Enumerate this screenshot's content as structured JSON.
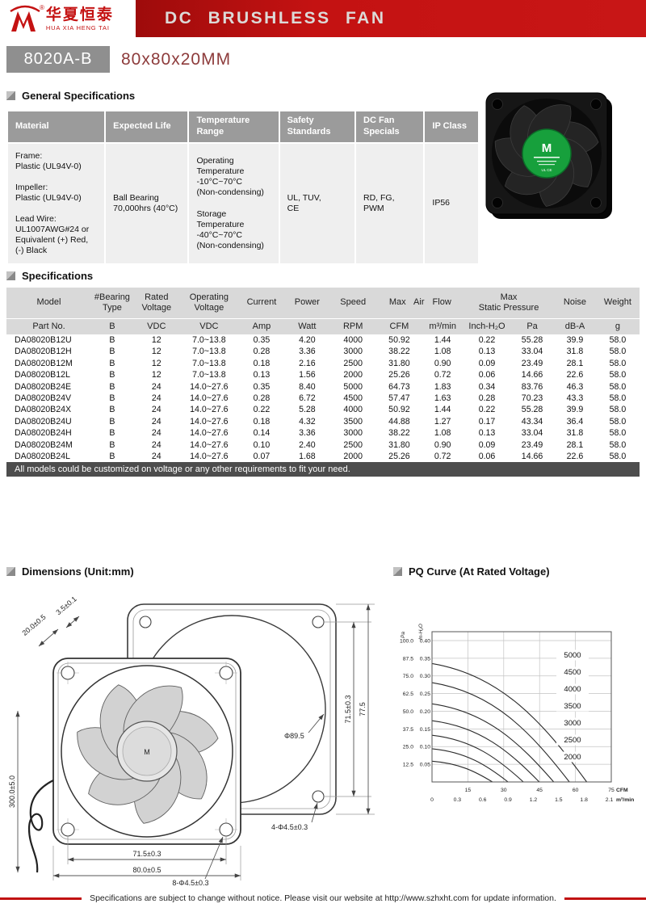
{
  "header": {
    "brand_chinese": "华夏恒泰",
    "brand_english": "HUA XIA HENG TAI",
    "registered_mark": "®",
    "title": "DC BRUSHLESS FAN"
  },
  "model": {
    "code": "8020A-B",
    "size": "80x80x20MM"
  },
  "section_titles": {
    "general": "General Specifications",
    "specifications": "Specifications",
    "dimensions": "Dimensions (Unit:mm)",
    "pq_curve": "PQ Curve (At Rated Voltage)"
  },
  "general_table": {
    "headers": [
      "Material",
      "Expected Life",
      "Temperature\nRange",
      "Safety\nStandards",
      "DC Fan\nSpecials",
      "IP Class"
    ],
    "material": "Frame:\nPlastic (UL94V-0)\n\nImpeller:\nPlastic (UL94V-0)\n\nLead Wire:\nUL1007AWG#24 or\nEquivalent (+) Red,\n(-) Black",
    "expected_life": "Ball Bearing\n70,000hrs (40°C)",
    "temperature_range": "Operating\nTemperature\n-10°C~70°C\n(Non-condensing)\n\nStorage\nTemperature\n-40°C~70°C\n(Non-condensing)",
    "safety_standards": "UL, TUV,\nCE",
    "dc_fan_specials": "RD, FG,\nPWM",
    "ip_class": "IP56"
  },
  "fan_image": {
    "sticker_logo": "M",
    "cert_marks": "UL CE"
  },
  "spec_table": {
    "header_row1": [
      "Model",
      "#Bearing\nType",
      "Rated\nVoltage",
      "Operating\nVoltage",
      "Current",
      "Power",
      "Speed",
      "Max Air Flow",
      "Max\nStatic Pressure",
      "Noise",
      "Weight"
    ],
    "header_row2": [
      "Part No.",
      "B",
      "VDC",
      "VDC",
      "Amp",
      "Watt",
      "RPM",
      "CFM",
      "m³/min",
      "Inch-H₂O",
      "Pa",
      "dB-A",
      "g"
    ],
    "rows": [
      [
        "DA08020B12U",
        "B",
        "12",
        "7.0~13.8",
        "0.35",
        "4.20",
        "4000",
        "50.92",
        "1.44",
        "0.22",
        "55.28",
        "39.9",
        "58.0"
      ],
      [
        "DA08020B12H",
        "B",
        "12",
        "7.0~13.8",
        "0.28",
        "3.36",
        "3000",
        "38.22",
        "1.08",
        "0.13",
        "33.04",
        "31.8",
        "58.0"
      ],
      [
        "DA08020B12M",
        "B",
        "12",
        "7.0~13.8",
        "0.18",
        "2.16",
        "2500",
        "31.80",
        "0.90",
        "0.09",
        "23.49",
        "28.1",
        "58.0"
      ],
      [
        "DA08020B12L",
        "B",
        "12",
        "7.0~13.8",
        "0.13",
        "1.56",
        "2000",
        "25.26",
        "0.72",
        "0.06",
        "14.66",
        "22.6",
        "58.0"
      ],
      [
        "DA08020B24E",
        "B",
        "24",
        "14.0~27.6",
        "0.35",
        "8.40",
        "5000",
        "64.73",
        "1.83",
        "0.34",
        "83.76",
        "46.3",
        "58.0"
      ],
      [
        "DA08020B24V",
        "B",
        "24",
        "14.0~27.6",
        "0.28",
        "6.72",
        "4500",
        "57.47",
        "1.63",
        "0.28",
        "70.23",
        "43.3",
        "58.0"
      ],
      [
        "DA08020B24X",
        "B",
        "24",
        "14.0~27.6",
        "0.22",
        "5.28",
        "4000",
        "50.92",
        "1.44",
        "0.22",
        "55.28",
        "39.9",
        "58.0"
      ],
      [
        "DA08020B24U",
        "B",
        "24",
        "14.0~27.6",
        "0.18",
        "4.32",
        "3500",
        "44.88",
        "1.27",
        "0.17",
        "43.34",
        "36.4",
        "58.0"
      ],
      [
        "DA08020B24H",
        "B",
        "24",
        "14.0~27.6",
        "0.14",
        "3.36",
        "3000",
        "38.22",
        "1.08",
        "0.13",
        "33.04",
        "31.8",
        "58.0"
      ],
      [
        "DA08020B24M",
        "B",
        "24",
        "14.0~27.6",
        "0.10",
        "2.40",
        "2500",
        "31.80",
        "0.90",
        "0.09",
        "23.49",
        "28.1",
        "58.0"
      ],
      [
        "DA08020B24L",
        "B",
        "24",
        "14.0~27.6",
        "0.07",
        "1.68",
        "2000",
        "25.26",
        "0.72",
        "0.06",
        "14.66",
        "22.6",
        "58.0"
      ]
    ],
    "note": "All models could be customized on voltage or any other requirements to fit your need."
  },
  "dimensions": {
    "labels": {
      "depth": "20.0±0.5",
      "flange": "3.5±0.1",
      "wire_length": "300.0±5.0",
      "frame_hole_pitch": "71.5±0.3",
      "frame_height": "77.5",
      "circle_dia": "Φ89.5",
      "frame_holes": "4-Φ4.5±0.3",
      "fan_hole_pitch": "71.5±0.3",
      "fan_width": "80.0±0.5",
      "fan_holes": "8-Φ4.5±0.3"
    }
  },
  "chart_data": {
    "type": "line",
    "title": "PQ Curve (At Rated Voltage)",
    "grid": true,
    "legend_position": "right-inside",
    "y_axis": {
      "unit_left": "Pa",
      "unit_right": "In-H₂O",
      "max_pa": 100,
      "pa_ticks": [
        "100.0",
        "87.5",
        "75.0",
        "62.5",
        "50.0",
        "37.5",
        "25.0",
        "12.5"
      ],
      "inh2o_ticks": [
        "0.40",
        "0.35",
        "0.30",
        "0.25",
        "0.20",
        "0.15",
        "0.10",
        "0.05"
      ]
    },
    "x_axis": {
      "unit_cfm": "CFM",
      "unit_m3min": "m³/min",
      "max_cfm": 75,
      "origin_label": "0",
      "cfm_ticks": [
        15,
        30,
        45,
        60,
        75
      ],
      "m3min_ticks": [
        "0.3",
        "0.6",
        "0.9",
        "1.2",
        "1.5",
        "1.8",
        "2.1"
      ]
    },
    "series": [
      {
        "name": "5000",
        "max_pressure_pa": 83.76,
        "max_flow_cfm": 64.73
      },
      {
        "name": "4500",
        "max_pressure_pa": 70.23,
        "max_flow_cfm": 57.47
      },
      {
        "name": "4000",
        "max_pressure_pa": 55.28,
        "max_flow_cfm": 50.92
      },
      {
        "name": "3500",
        "max_pressure_pa": 43.34,
        "max_flow_cfm": 44.88
      },
      {
        "name": "3000",
        "max_pressure_pa": 33.04,
        "max_flow_cfm": 38.22
      },
      {
        "name": "2500",
        "max_pressure_pa": 23.49,
        "max_flow_cfm": 31.8
      },
      {
        "name": "2000",
        "max_pressure_pa": 14.66,
        "max_flow_cfm": 25.26
      }
    ]
  },
  "footer": {
    "text": "Specifications are subject to change without notice. Please visit our website at http://www.szhxht.com for update information."
  }
}
